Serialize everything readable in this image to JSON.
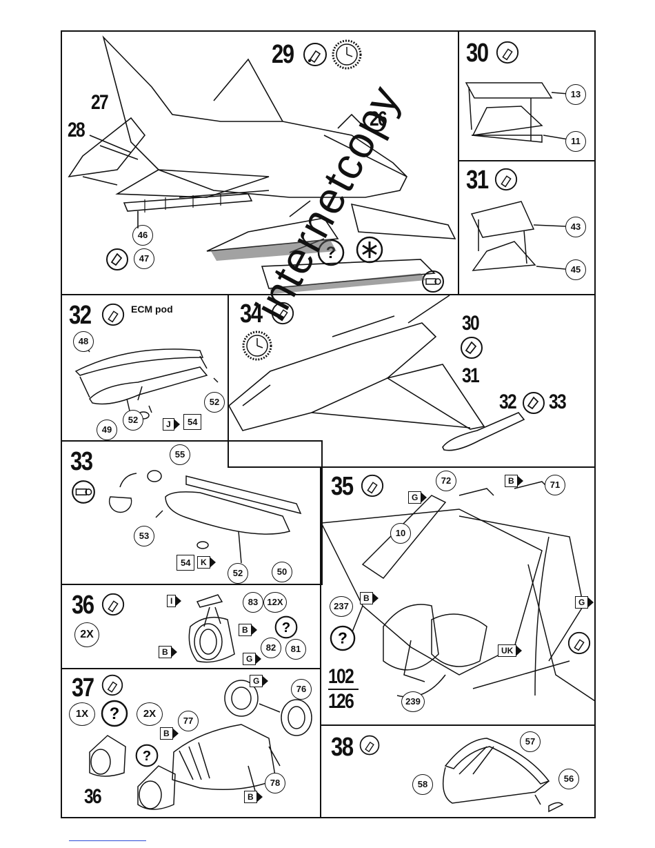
{
  "steps": {
    "s29": {
      "number": "29",
      "callouts": [
        "26",
        "27",
        "28",
        "46",
        "47"
      ]
    },
    "s30": {
      "number": "30",
      "callouts": [
        "13",
        "11"
      ]
    },
    "s31": {
      "number": "31",
      "callouts": [
        "43",
        "45"
      ]
    },
    "s32": {
      "number": "32",
      "title": "ECM pod",
      "callouts": [
        "48",
        "49",
        "52",
        "52",
        "54"
      ],
      "flag": "J"
    },
    "s34": {
      "number": "34",
      "refs": [
        "30",
        "31",
        "32",
        "33"
      ]
    },
    "s33": {
      "number": "33",
      "callouts": [
        "55",
        "53",
        "52",
        "50",
        "54"
      ],
      "flag": "K"
    },
    "s35": {
      "number": "35",
      "callouts": [
        "72",
        "71",
        "10",
        "237",
        "239"
      ],
      "flags": [
        "B",
        "G",
        "G",
        "UK"
      ],
      "fraction_top": "102",
      "fraction_bottom": "126"
    },
    "s36": {
      "number": "36",
      "qty": "2X",
      "qty2": "12X",
      "callouts": [
        "83",
        "82",
        "81"
      ],
      "flags": [
        "I",
        "B",
        "B",
        "G"
      ]
    },
    "s37": {
      "number": "37",
      "qty_left": "1X",
      "qty_right": "2X",
      "callouts": [
        "77",
        "76",
        "78"
      ],
      "flags": [
        "B",
        "G",
        "B"
      ],
      "ref": "36"
    },
    "s38": {
      "number": "38",
      "callouts": [
        "57",
        "58",
        "56"
      ]
    }
  },
  "watermark": "internetcopy",
  "icons": {
    "glue": "glue-tube-icon",
    "paint": "paint-pot-icon",
    "clock": "clock-dry-icon",
    "rotate": "turn-over-icon",
    "question": "choice-question-icon",
    "star": "optional-star-icon",
    "decal": "decal-icon"
  }
}
